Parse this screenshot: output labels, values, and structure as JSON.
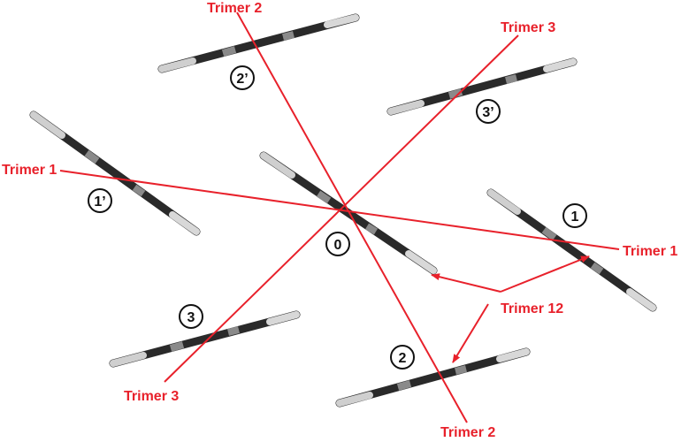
{
  "labels": {
    "trimer1_left": "Trimer 1",
    "trimer1_right": "Trimer 1",
    "trimer2_top": "Trimer 2",
    "trimer2_bottom": "Trimer 2",
    "trimer3_top": "Trimer 3",
    "trimer3_bottom": "Trimer 3",
    "trimer12": "Trimer 12"
  },
  "molecules": {
    "m0": "0",
    "m1": "1",
    "m1p": "1’",
    "m2": "2",
    "m2p": "2’",
    "m3": "3",
    "m3p": "3’"
  },
  "colors": {
    "line": "#e8212b",
    "rod_dark": "#2a2a2a",
    "rod_mid": "#777777",
    "rod_light": "#d6d6d6"
  }
}
